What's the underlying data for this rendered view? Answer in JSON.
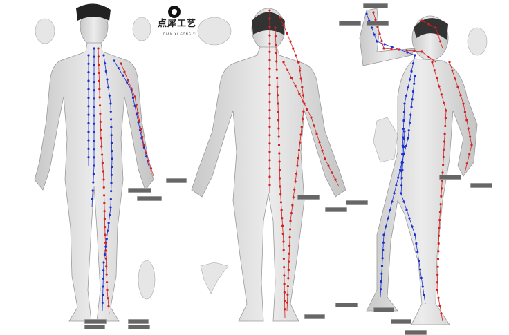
{
  "logo": {
    "title": "点犀工艺",
    "subtitle": "DIAN XI GONG YI"
  },
  "colors": {
    "yang_meridian": "#d42020",
    "yin_meridian": "#1a2fd0",
    "body": "#d9d9d9",
    "body_outline": "#9a9a9a",
    "label_box": "#666666"
  },
  "figures": [
    "front-view",
    "back-view",
    "side-view"
  ],
  "insets": [
    "face-detail",
    "top-of-head-detail",
    "back-of-head-detail",
    "ear-detail",
    "hand-detail",
    "sole-detail",
    "foot-underside-detail"
  ]
}
